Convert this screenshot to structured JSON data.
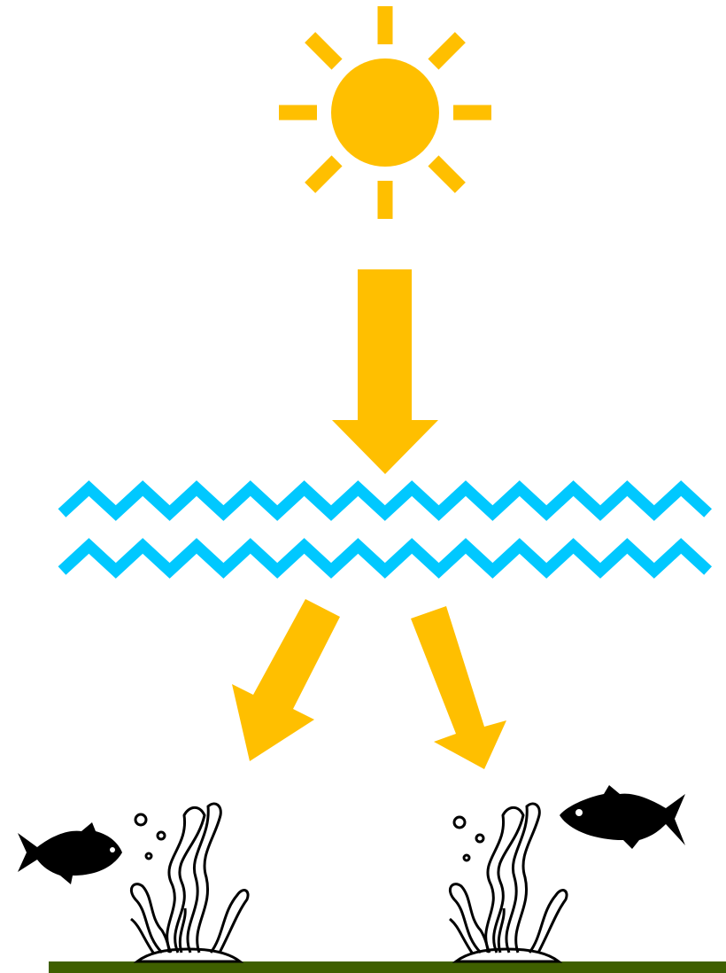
{
  "diagram": {
    "colors": {
      "sun": "#FFBF00",
      "light_arrows": "#FFBF00",
      "water_waves": "#00C8FF",
      "seabed": "#3F5F00",
      "fish": "#000000",
      "seaweed_stroke": "#000000",
      "background": "#FFFFFF"
    },
    "elements": {
      "sun": "sun-icon",
      "incoming_light": "down-arrow",
      "water_surface": "wave-lines",
      "refracted_light": "diagonal-arrows",
      "seaweed": "seaweed-icon",
      "fish": "fish-icon",
      "bubbles": "bubble-icon",
      "seabed": "seabed-line"
    }
  }
}
